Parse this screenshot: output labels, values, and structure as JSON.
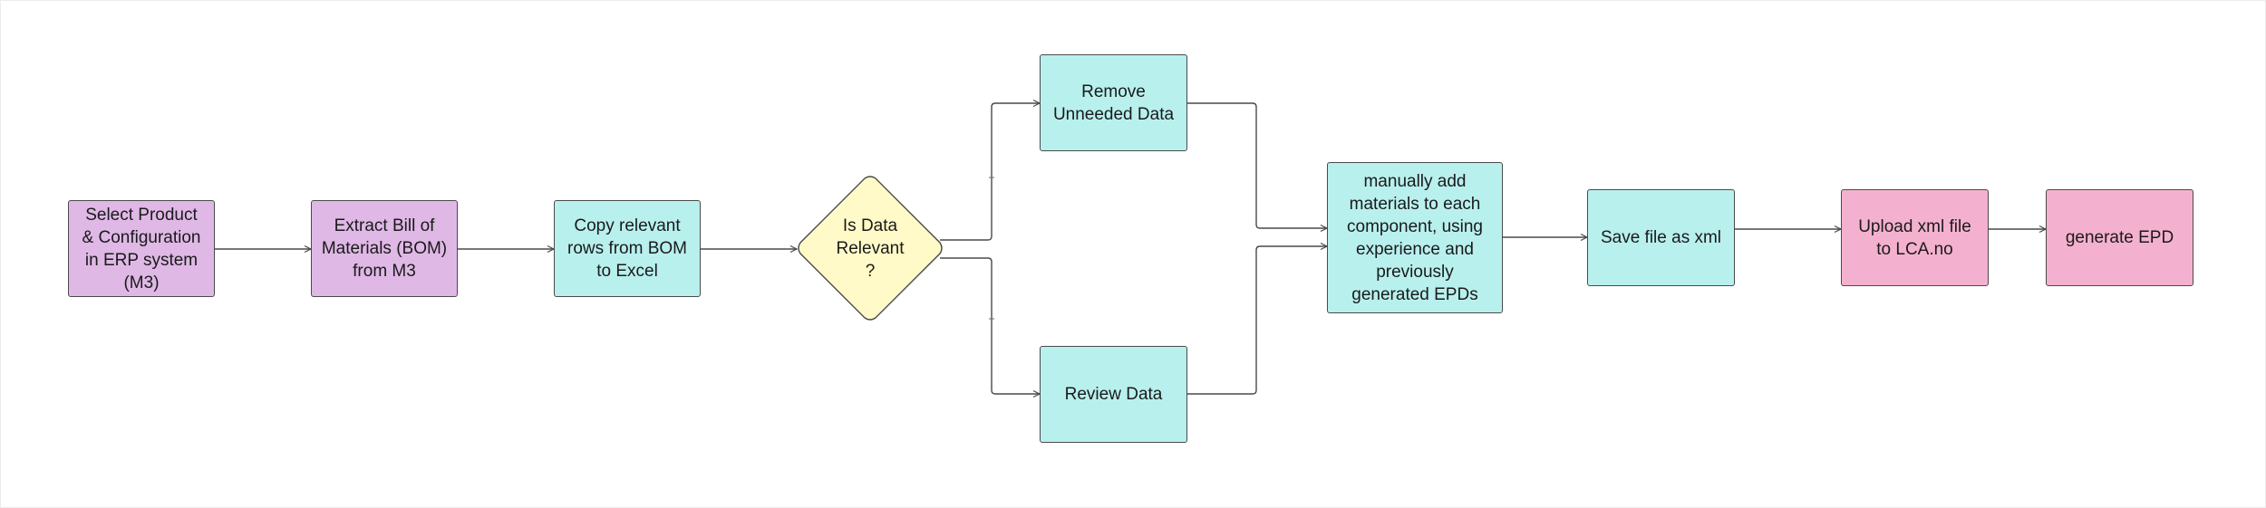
{
  "diagram": {
    "nodes": [
      {
        "id": "select_product",
        "label": "Select Product & Configuration in ERP system (M3)",
        "color": "#dfb8e6"
      },
      {
        "id": "extract_bom",
        "label": "Extract Bill of Materials (BOM) from M3",
        "color": "#dfb8e6"
      },
      {
        "id": "copy_rows",
        "label": "Copy relevant rows from BOM to Excel",
        "color": "#b8f0ee"
      },
      {
        "id": "is_relevant",
        "label": "Is Data Relevant ?",
        "color": "#fffac8",
        "shape": "diamond"
      },
      {
        "id": "remove_data",
        "label": "Remove Unneeded Data",
        "color": "#b8f0ee"
      },
      {
        "id": "review_data",
        "label": "Review Data",
        "color": "#b8f0ee"
      },
      {
        "id": "add_materials",
        "label": "manually add materials to each component, using experience and previously generated EPDs",
        "color": "#b8f0ee"
      },
      {
        "id": "save_xml",
        "label": "Save file as xml",
        "color": "#b8f0ee"
      },
      {
        "id": "upload_xml",
        "label": "Upload xml file to LCA.no",
        "color": "#f4b1cf"
      },
      {
        "id": "generate_epd",
        "label": "generate EPD",
        "color": "#f4b1cf"
      }
    ],
    "edges": [
      {
        "from": "select_product",
        "to": "extract_bom"
      },
      {
        "from": "extract_bom",
        "to": "copy_rows"
      },
      {
        "from": "copy_rows",
        "to": "is_relevant"
      },
      {
        "from": "is_relevant",
        "to": "remove_data"
      },
      {
        "from": "is_relevant",
        "to": "review_data"
      },
      {
        "from": "remove_data",
        "to": "add_materials"
      },
      {
        "from": "review_data",
        "to": "add_materials"
      },
      {
        "from": "add_materials",
        "to": "save_xml"
      },
      {
        "from": "save_xml",
        "to": "upload_xml"
      },
      {
        "from": "upload_xml",
        "to": "generate_epd"
      }
    ],
    "colors": {
      "line": "#4a4a4a",
      "border": "#4a4a4a"
    }
  }
}
